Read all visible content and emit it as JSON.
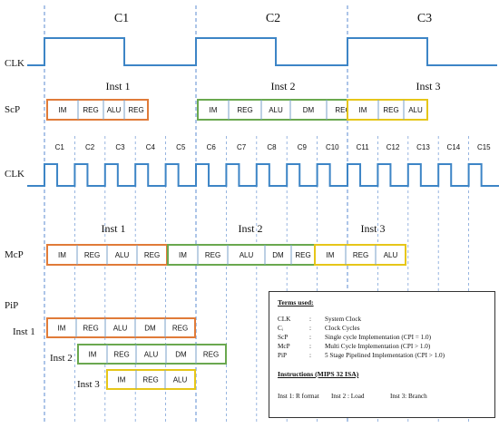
{
  "cycle_headers": [
    "C1",
    "C2",
    "C3"
  ],
  "labels": {
    "clk_top": "CLK",
    "scp": "ScP",
    "clk_mid": "CLK",
    "mcp": "McP",
    "pip": "PiP"
  },
  "scp_inst_titles": [
    "Inst 1",
    "Inst 2",
    "Inst 3"
  ],
  "mcp_inst_titles": [
    "Inst 1",
    "Inst 2",
    "Inst 3"
  ],
  "pip_inst_labels": [
    "Inst 1",
    "Inst 2",
    "Inst 3"
  ],
  "small_cycles": [
    "C1",
    "C2",
    "C3",
    "C4",
    "C5",
    "C6",
    "C7",
    "C8",
    "C9",
    "C10",
    "C11",
    "C12",
    "C13",
    "C14",
    "C15"
  ],
  "colors": {
    "inst1": "#e07b39",
    "inst2": "#6aa84f",
    "inst3": "#e6c619",
    "clock": "#3d85c6",
    "dashed": "#5b8bd0"
  },
  "scp_stages": [
    [
      "IM",
      "REG",
      "ALU",
      "REG"
    ],
    [
      "IM",
      "REG",
      "ALU",
      "DM",
      "REG"
    ],
    [
      "IM",
      "REG",
      "ALU"
    ]
  ],
  "mcp_stages": [
    [
      "IM",
      "REG",
      "ALU",
      "REG"
    ],
    [
      "IM",
      "REG",
      "ALU",
      "DM",
      "REG"
    ],
    [
      "IM",
      "REG",
      "ALU"
    ]
  ],
  "pip_stages": [
    [
      "IM",
      "REG",
      "ALU",
      "DM",
      "REG"
    ],
    [
      "IM",
      "REG",
      "ALU",
      "DM",
      "REG"
    ],
    [
      "IM",
      "REG",
      "ALU"
    ]
  ],
  "legend": {
    "title": "Terms used:",
    "terms": [
      {
        "abbr": "CLK",
        "sep": ":",
        "desc": "System Clock"
      },
      {
        "abbr": "Cᵢ",
        "sep": ":",
        "desc": "Clock Cycles"
      },
      {
        "abbr": "ScP",
        "sep": ":",
        "desc": "Single cycle Implementation (CPI = 1.0)"
      },
      {
        "abbr": "McP",
        "sep": ":",
        "desc": "Multi Cycle Implementation (CPI > 1.0)"
      },
      {
        "abbr": "PiP",
        "sep": ":",
        "desc": "5 Stage Pipelined Implementation (CPI > 1.0)"
      }
    ],
    "instr_title": "Instructions (MIPS 32 ISA)",
    "instr": [
      "Inst 1: R format",
      "Inst 2 : Load",
      "Inst 3: Branch"
    ]
  }
}
